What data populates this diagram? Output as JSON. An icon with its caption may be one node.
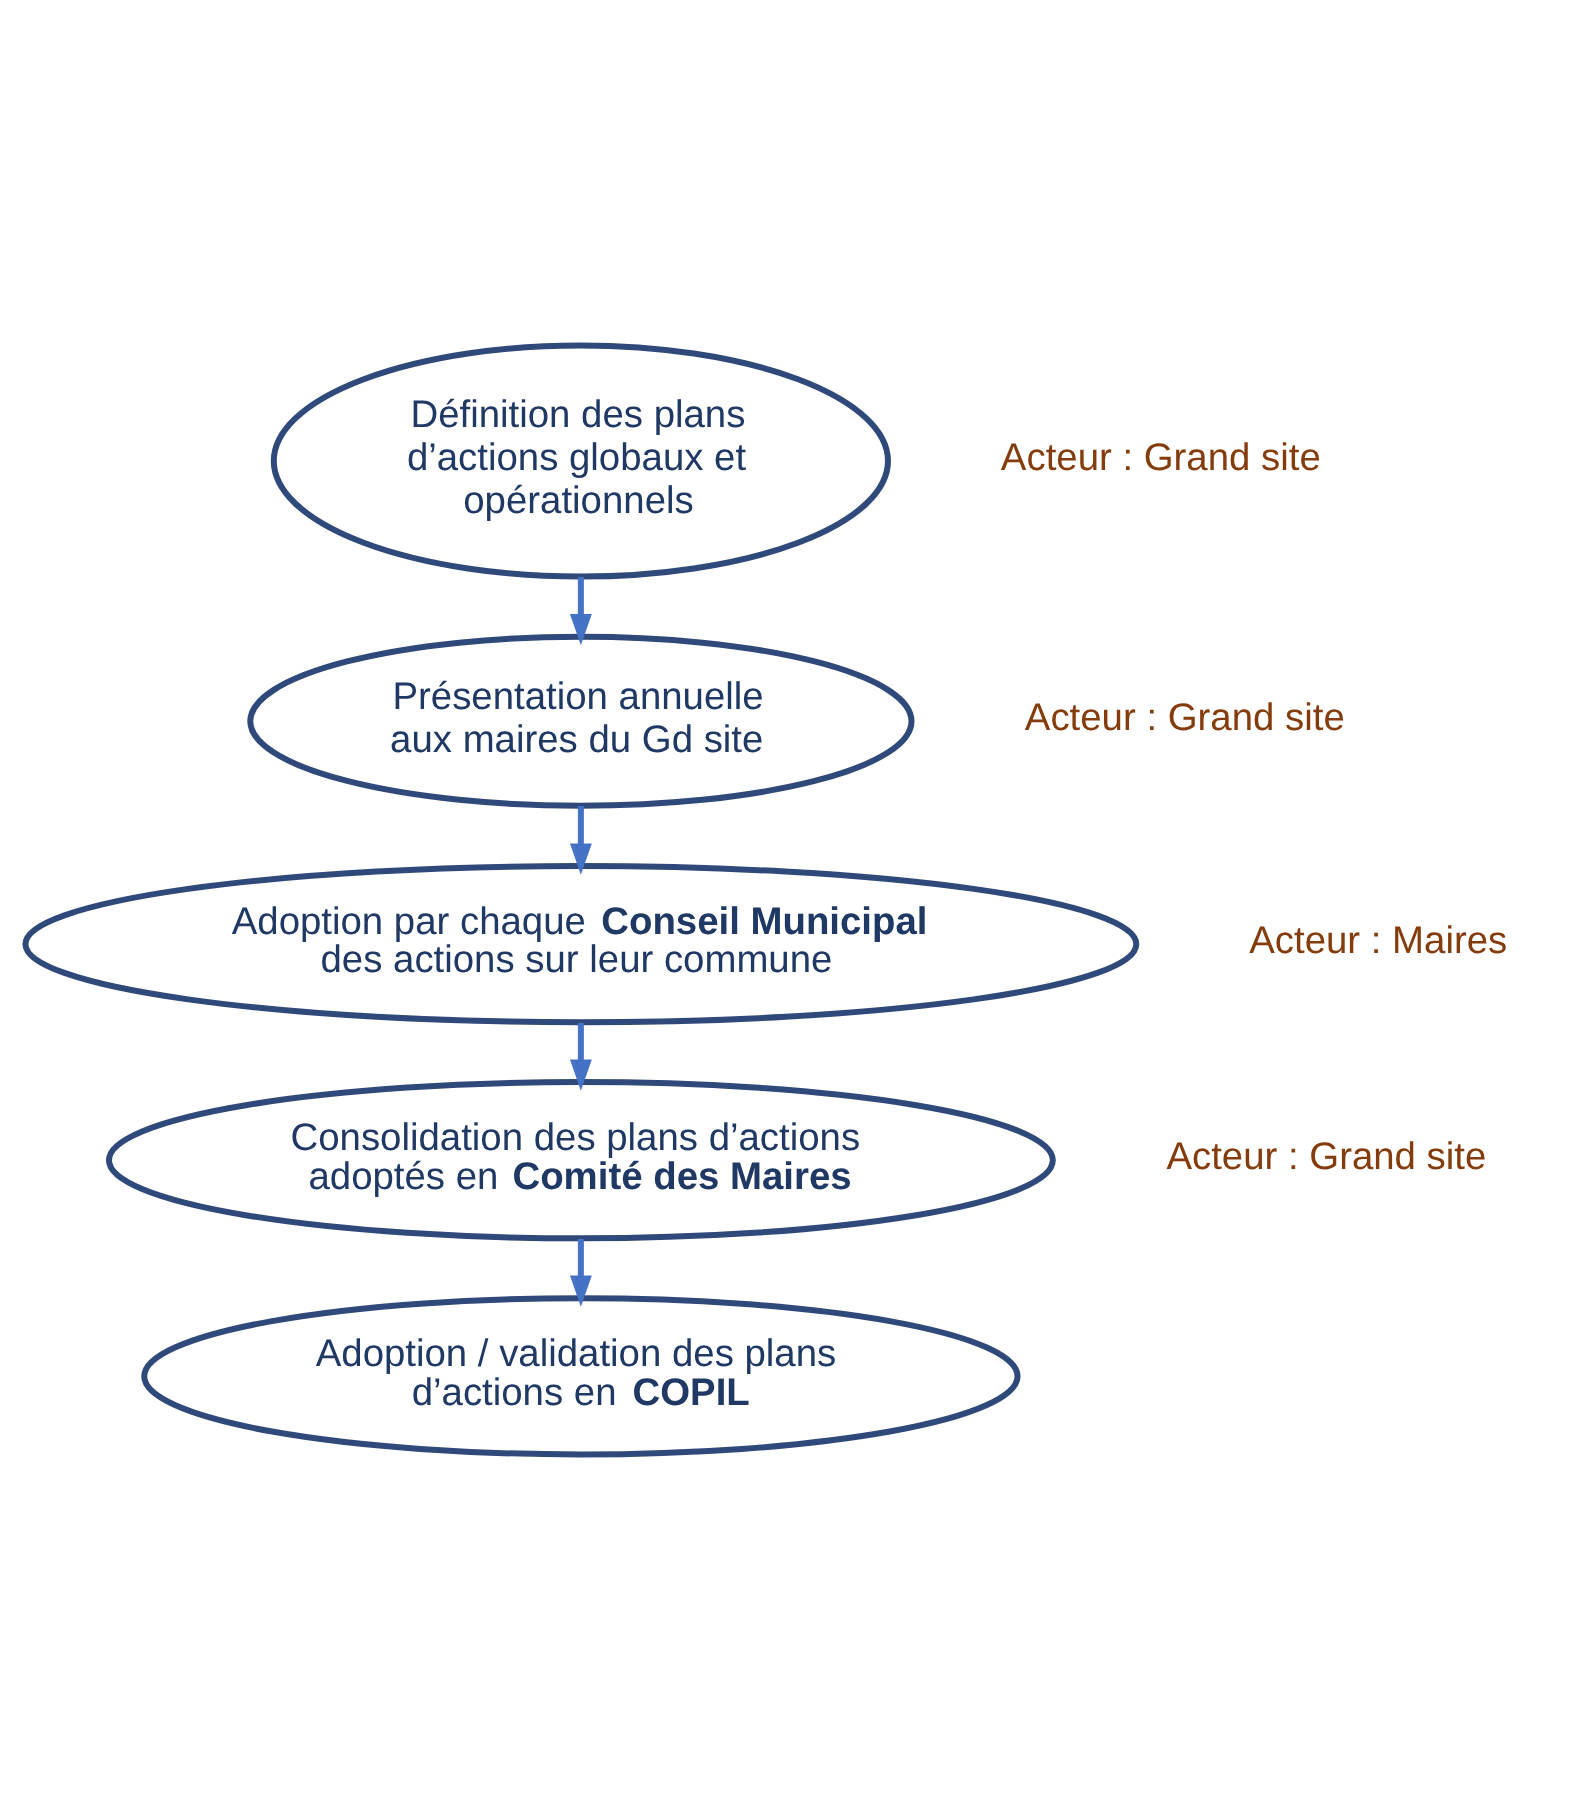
{
  "diagram": {
    "nodes": [
      {
        "text": [
          "Définition des plans d’actions globaux et opérationnels"
        ],
        "beside": [
          "Acteur : Grand site"
        ]
      },
      {
        "text": [
          "Présentation annuelle aux maires du Gd site"
        ],
        "beside": [
          "Acteur : Grand site"
        ]
      },
      {
        "text": [
          "Adoption par chaque **Conseil Municipal** des actions sur leur commune"
        ],
        "beside": [
          "Acteur : Maires"
        ]
      },
      {
        "text": [
          "Consolidation des plans d’actions adoptés en **Comité des Maires**"
        ],
        "beside": [
          "Acteur : Grand site"
        ]
      },
      {
        "text": [
          "Adoption / validation des plans d’actions en **COPIL**"
        ]
      }
    ],
    "edges": [
      {
        "from": 0,
        "to": 1,
        "arrow": "to"
      },
      {
        "from": 1,
        "to": 2,
        "arrow": "to"
      },
      {
        "from": 2,
        "to": 3,
        "arrow": "to"
      },
      {
        "from": 3,
        "to": 4,
        "arrow": "to"
      }
    ]
  }
}
